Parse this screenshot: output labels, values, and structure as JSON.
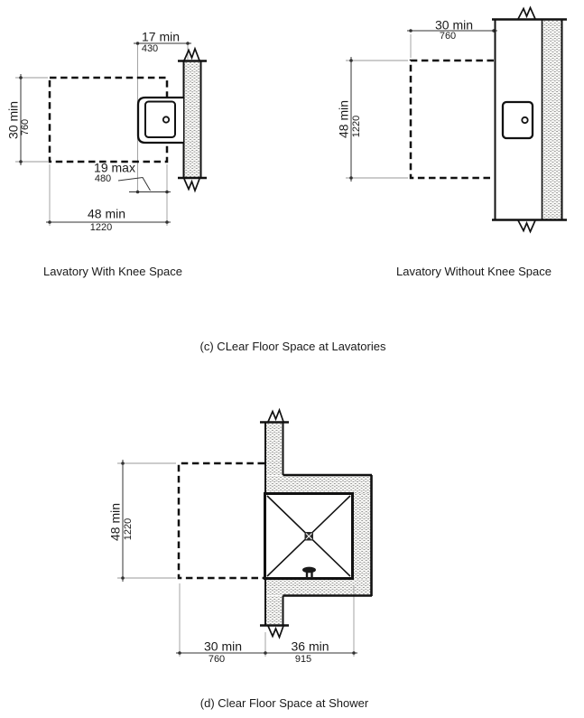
{
  "colors": {
    "ink": "#1a1a1a",
    "line": "#333333",
    "wall_stipple": "#3a3a3a",
    "background": "#ffffff"
  },
  "lav_with_knee": {
    "title": "Lavatory With Knee Space",
    "dims": {
      "top": {
        "label": "17 min",
        "mm": "430"
      },
      "side": {
        "label": "30 min",
        "mm": "760"
      },
      "knee": {
        "label": "19 max",
        "mm": "480"
      },
      "bottom": {
        "label": "48 min",
        "mm": "1220"
      }
    }
  },
  "lav_without_knee": {
    "title": "Lavatory Without Knee Space",
    "dims": {
      "top": {
        "label": "30 min",
        "mm": "760"
      },
      "side": {
        "label": "48 min",
        "mm": "1220"
      }
    }
  },
  "caption_c": "(c) CLear Floor Space at Lavatories",
  "shower": {
    "dims": {
      "side": {
        "label": "48 min",
        "mm": "1220"
      },
      "bottom_left": {
        "label": "30 min",
        "mm": "760"
      },
      "bottom_right": {
        "label": "36 min",
        "mm": "915"
      }
    }
  },
  "caption_d": "(d) Clear Floor Space at Shower"
}
